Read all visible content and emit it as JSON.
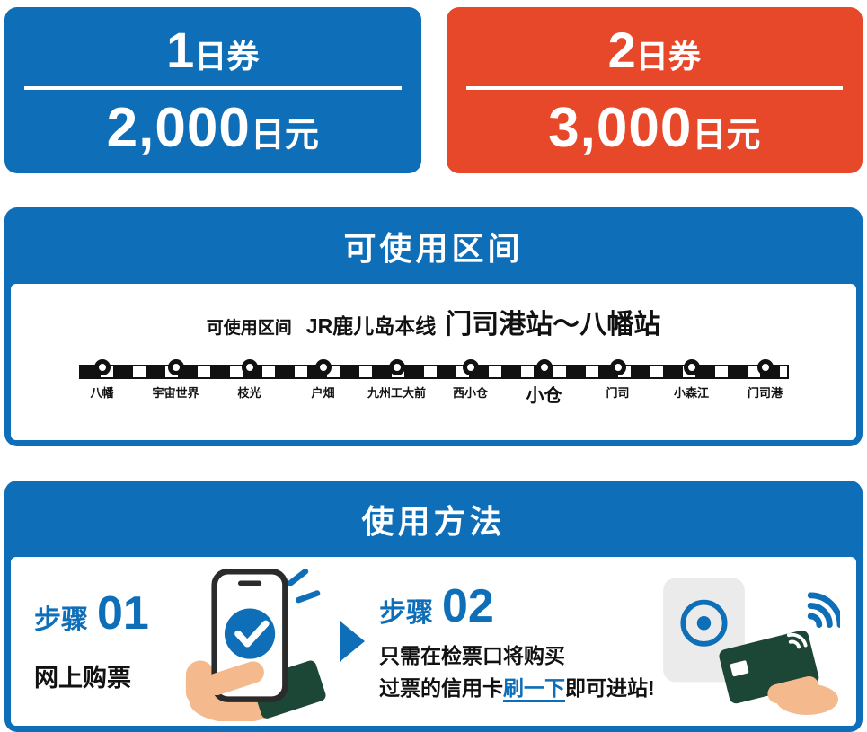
{
  "tickets": [
    {
      "num": "1",
      "suffix": "日券",
      "price": "2,000",
      "unit": "日元",
      "color": "#0e6eb7"
    },
    {
      "num": "2",
      "suffix": "日券",
      "price": "3,000",
      "unit": "日元",
      "color": "#e8482a"
    }
  ],
  "area_section": {
    "title": "可使用区间",
    "route_label": "可使用区间",
    "route_line": "JR鹿儿岛本线",
    "route_range": "门司港站～八幡站",
    "stations": [
      "八幡",
      "宇宙世界",
      "枝光",
      "户畑",
      "九州工大前",
      "西小仓",
      "小仓",
      "门司",
      "小森江",
      "门司港"
    ],
    "highlight_station": "小仓"
  },
  "usage_section": {
    "title": "使用方法",
    "step1": {
      "label": "步骤",
      "number": "01",
      "caption": "网上购票"
    },
    "step2": {
      "label": "步骤",
      "number": "02",
      "line1": "只需在检票口将购买",
      "line2_pre": "过票的信用卡",
      "line2_link": "刷一下",
      "line2_post": "即可进站!"
    }
  },
  "icons": {
    "step1": "phone-purchase-icon",
    "step2": "card-tap-reader-icon",
    "between_steps": "arrow-right-icon"
  },
  "colors": {
    "blue": "#0e6eb7",
    "orange": "#e8482a",
    "card_green": "#1c4636",
    "skin": "#f5b98e"
  }
}
